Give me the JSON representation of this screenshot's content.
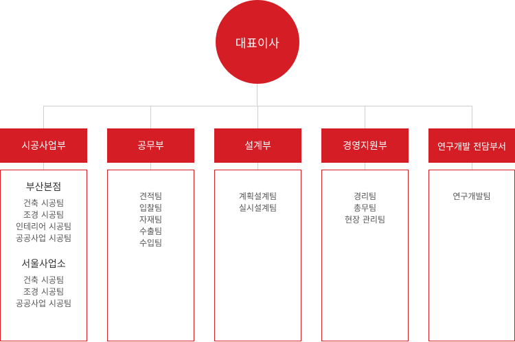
{
  "ceo": {
    "label": "대표이사"
  },
  "departments": [
    {
      "name": "시공사업부",
      "groups": [
        {
          "title": "부산본점",
          "items": [
            "건축 시공팀",
            "조경 시공팀",
            "인테리어 시공팀",
            "공공사업 시공팀"
          ]
        },
        {
          "title": "서울사업소",
          "items": [
            "건축 시공팀",
            "조경 시공팀",
            "공공사업 시공팀"
          ]
        }
      ]
    },
    {
      "name": "공무부",
      "items": [
        "견적팀",
        "입찰팀",
        "자재팀",
        "수출팀",
        "수입팀"
      ]
    },
    {
      "name": "설계부",
      "items": [
        "계획설계팀",
        "실시설계팀"
      ]
    },
    {
      "name": "경영지원부",
      "items": [
        "경리팀",
        "총무팀",
        "현장 관리팀"
      ]
    },
    {
      "name": "연구개발 전담부서",
      "items": [
        "연구개발팀"
      ]
    }
  ],
  "colors": {
    "accent": "#d41d24",
    "connector": "#cfcfcf"
  }
}
